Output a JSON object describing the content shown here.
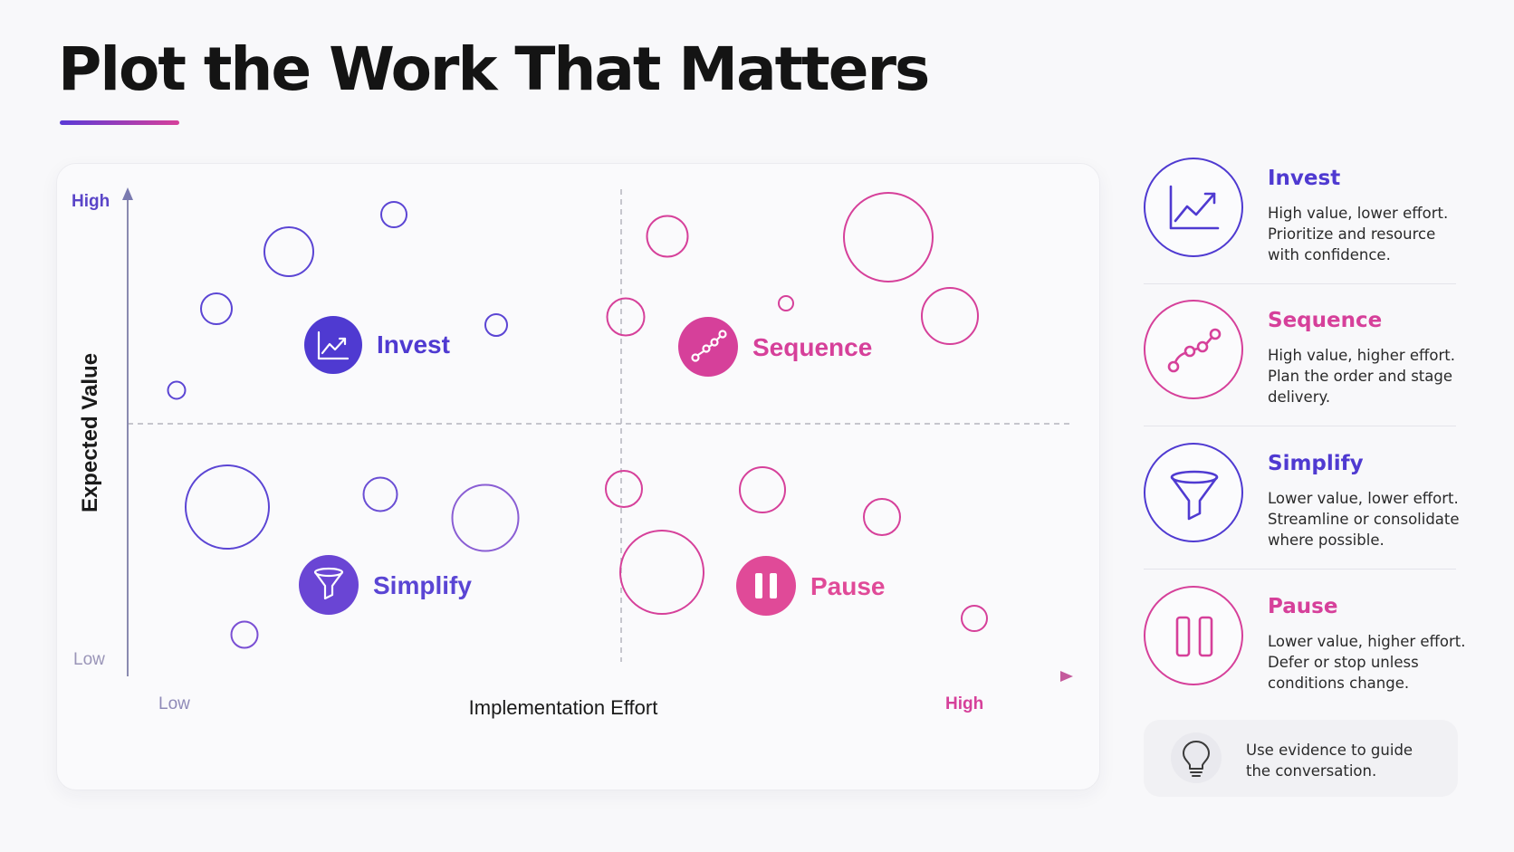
{
  "title": "Plot the Work That Matters",
  "colors": {
    "purple": "#4f3ad1",
    "violet": "#6a45d4",
    "magenta": "#d6409a",
    "pink": "#e04a98",
    "axis": "#7a7aa0",
    "divider": "#b5b5bd"
  },
  "chart": {
    "y_axis_label": "Expected Value",
    "x_axis_label": "Implementation Effort",
    "y_high": "High",
    "y_low": "Low",
    "x_low": "Low",
    "x_high": "High",
    "quadrants": [
      {
        "key": "invest",
        "label": "Invest",
        "icon": "trend-up-icon"
      },
      {
        "key": "sequence",
        "label": "Sequence",
        "icon": "path-nodes-icon"
      },
      {
        "key": "simplify",
        "label": "Simplify",
        "icon": "funnel-icon"
      },
      {
        "key": "pause",
        "label": "Pause",
        "icon": "pause-icon"
      }
    ]
  },
  "legend": [
    {
      "key": "invest",
      "title": "Invest",
      "desc": "High value, lower effort. Prioritize and resource with confidence.",
      "icon": "trend-up-icon"
    },
    {
      "key": "sequence",
      "title": "Sequence",
      "desc": "High value, higher effort. Plan the order and stage delivery.",
      "icon": "path-nodes-icon"
    },
    {
      "key": "simplify",
      "title": "Simplify",
      "desc": "Lower value, lower effort. Streamline or consolidate where possible.",
      "icon": "funnel-icon"
    },
    {
      "key": "pause",
      "title": "Pause",
      "desc": "Lower value, higher effort. Defer or stop unless conditions change.",
      "icon": "pause-icon"
    }
  ],
  "tip": {
    "text": "Use evidence to guide the conversation.",
    "icon": "lightbulb-icon"
  }
}
